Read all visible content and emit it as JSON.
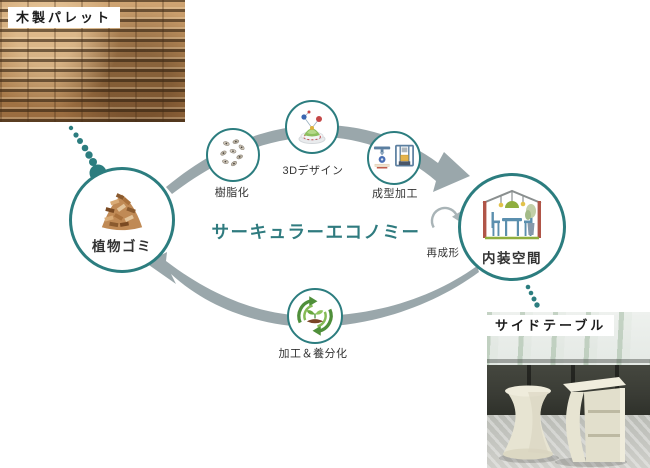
{
  "diagram": {
    "title": "サーキュラーエコノミー",
    "nodes": {
      "plant_waste": {
        "label": "植物ゴミ",
        "icon": "wood-chips-icon"
      },
      "resin": {
        "label": "樹脂化",
        "icon": "resin-pellets-icon"
      },
      "design_3d": {
        "label": "3Dデザイン",
        "icon": "3d-hologram-icon"
      },
      "molding": {
        "label": "成型加工",
        "icon": "molding-machines-icon"
      },
      "interior": {
        "label": "内装空間",
        "icon": "interior-room-icon"
      },
      "compost": {
        "label": "加工＆養分化",
        "icon": "compost-recycle-icon"
      },
      "remold": {
        "label": "再成形",
        "icon": "loop-arrow-icon"
      }
    },
    "colors": {
      "teal": "#2c7d7f",
      "arrow_gray": "#9aa7ab",
      "title_text": "#2f7b7f",
      "label_text": "#333333"
    }
  },
  "photos": {
    "pallet": {
      "label": "木製パレット"
    },
    "side_table": {
      "label": "サイドテーブル"
    }
  }
}
